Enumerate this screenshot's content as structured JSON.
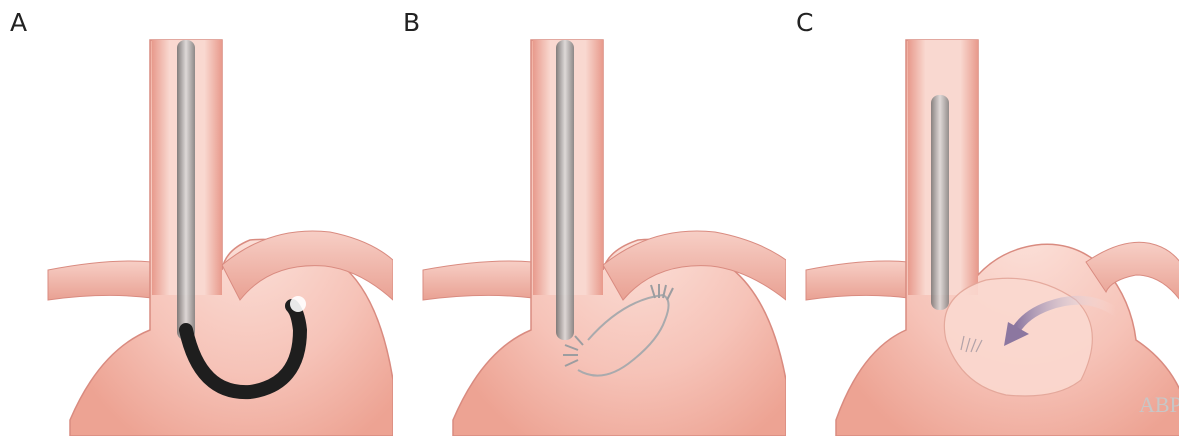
{
  "panels": [
    {
      "label": "A"
    },
    {
      "label": "B"
    },
    {
      "label": "C"
    }
  ],
  "watermark": "ABP",
  "colors": {
    "tissue_light": "#fbe2db",
    "tissue_mid": "#f4b9ad",
    "tissue_outline": "#d98b80",
    "endoscope_dark": "#1e1e1e",
    "suture": "#a9aaad",
    "arrow": "#9b87ab"
  }
}
